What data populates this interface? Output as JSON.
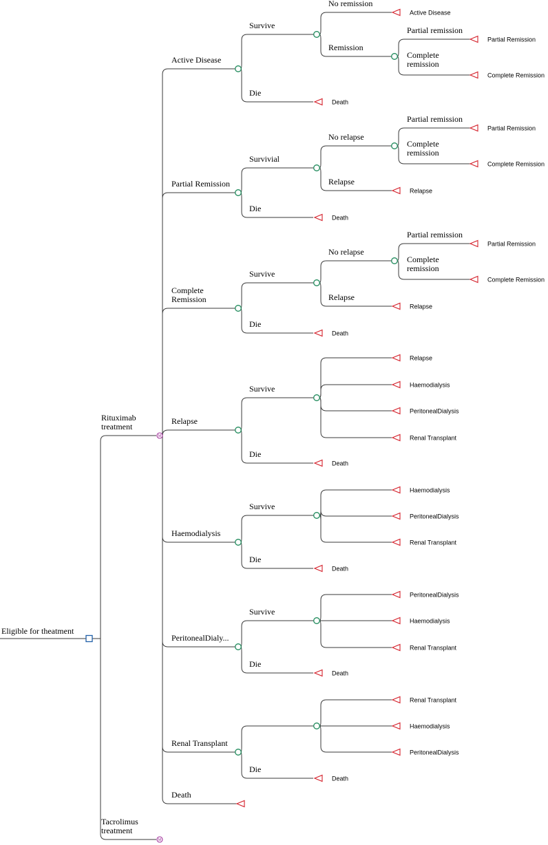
{
  "colors": {
    "chance": "#1f8a5b",
    "decision": "#1f5fa8",
    "terminal": "#d4202a",
    "markov": "#a0309a",
    "line": "#3a3a3a"
  },
  "root": {
    "label": "Eligible for theatment",
    "strategies": [
      {
        "label": [
          "Rituximab",
          "treatment"
        ],
        "node": "markov",
        "markov_symbol": "M",
        "states": [
          {
            "label": [
              "Active Disease"
            ],
            "outcomes": [
              {
                "label": [
                  "Survive"
                ],
                "children": [
                  {
                    "label": [
                      "No remission"
                    ],
                    "terminal": "Active Disease"
                  },
                  {
                    "label": [
                      "Remission"
                    ],
                    "children": [
                      {
                        "label": [
                          "Partial remission"
                        ],
                        "terminal": "Partial Remission"
                      },
                      {
                        "label": [
                          "Complete",
                          "remission"
                        ],
                        "terminal": "Complete Remission"
                      }
                    ]
                  }
                ]
              },
              {
                "label": [
                  "Die"
                ],
                "terminal": "Death"
              }
            ]
          },
          {
            "label": [
              "Partial Remission"
            ],
            "outcomes": [
              {
                "label": [
                  "Survivial"
                ],
                "children": [
                  {
                    "label": [
                      "No relapse"
                    ],
                    "children": [
                      {
                        "label": [
                          "Partial remission"
                        ],
                        "terminal": "Partial Remission"
                      },
                      {
                        "label": [
                          "Complete",
                          "remission"
                        ],
                        "terminal": "Complete Remission"
                      }
                    ]
                  },
                  {
                    "label": [
                      "Relapse"
                    ],
                    "terminal": "Relapse"
                  }
                ]
              },
              {
                "label": [
                  "Die"
                ],
                "terminal": "Death"
              }
            ]
          },
          {
            "label": [
              "Complete",
              "Remission"
            ],
            "outcomes": [
              {
                "label": [
                  "Survive"
                ],
                "children": [
                  {
                    "label": [
                      "No relapse"
                    ],
                    "children": [
                      {
                        "label": [
                          "Partial remission"
                        ],
                        "terminal": "Partial Remission"
                      },
                      {
                        "label": [
                          "Complete",
                          "remission"
                        ],
                        "terminal": "Complete Remission"
                      }
                    ]
                  },
                  {
                    "label": [
                      "Relapse"
                    ],
                    "terminal": "Relapse"
                  }
                ]
              },
              {
                "label": [
                  "Die"
                ],
                "terminal": "Death"
              }
            ]
          },
          {
            "label": [
              "Relapse"
            ],
            "outcomes": [
              {
                "label": [
                  "Survive"
                ],
                "children": [
                  {
                    "terminal": "Relapse"
                  },
                  {
                    "terminal": "Haemodialysis"
                  },
                  {
                    "terminal": "PeritonealDialysis"
                  },
                  {
                    "terminal": "Renal Transplant"
                  }
                ]
              },
              {
                "label": [
                  "Die"
                ],
                "terminal": "Death"
              }
            ]
          },
          {
            "label": [
              "Haemodialysis"
            ],
            "outcomes": [
              {
                "label": [
                  "Survive"
                ],
                "children": [
                  {
                    "terminal": "Haemodialysis"
                  },
                  {
                    "terminal": "PeritonealDialysis"
                  },
                  {
                    "terminal": "Renal Transplant"
                  }
                ]
              },
              {
                "label": [
                  "Die"
                ],
                "terminal": "Death"
              }
            ]
          },
          {
            "label": [
              "PeritonealDialy..."
            ],
            "outcomes": [
              {
                "label": [
                  "Survive"
                ],
                "children": [
                  {
                    "terminal": "PeritonealDialysis"
                  },
                  {
                    "terminal": "Haemodialysis"
                  },
                  {
                    "terminal": "Renal Transplant"
                  }
                ]
              },
              {
                "label": [
                  "Die"
                ],
                "terminal": "Death"
              }
            ]
          },
          {
            "label": [
              "Renal Transplant"
            ],
            "outcomes": [
              {
                "children": [
                  {
                    "terminal": "Renal Transplant"
                  },
                  {
                    "terminal": "Haemodialysis"
                  },
                  {
                    "terminal": "PeritonealDialysis"
                  }
                ]
              },
              {
                "label": [
                  "Die"
                ],
                "terminal": "Death"
              }
            ]
          },
          {
            "label": [
              "Death"
            ],
            "terminal_node_only": true
          }
        ]
      },
      {
        "label": [
          "Tacrolimus",
          "treatment"
        ],
        "node": "markov",
        "markov_symbol": "M"
      }
    ]
  }
}
